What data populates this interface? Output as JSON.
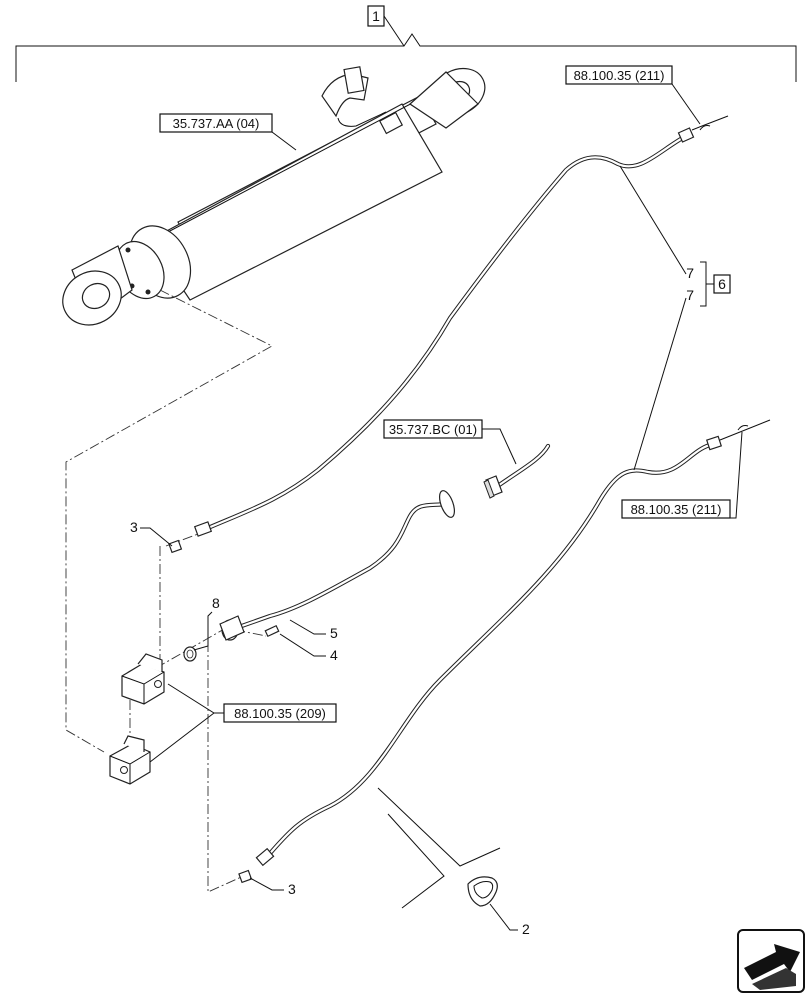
{
  "callouts": {
    "assembly": "1",
    "cylinder_ref": "35.737.AA (04)",
    "hose_ref_top": "88.100.35 (211)",
    "hose_ref_mid": "88.100.35 (211)",
    "valve_ref": "35.737.BC (01)",
    "block_ref": "88.100.35 (209)",
    "kit": "6",
    "hose_a": "7",
    "hose_b": "7",
    "fitting_top": "3",
    "fitting_bottom": "3",
    "oring": "2",
    "bolt": "4",
    "tube": "5",
    "seal": "8"
  },
  "icons": {
    "navigation": "next-page-arrow-icon"
  }
}
